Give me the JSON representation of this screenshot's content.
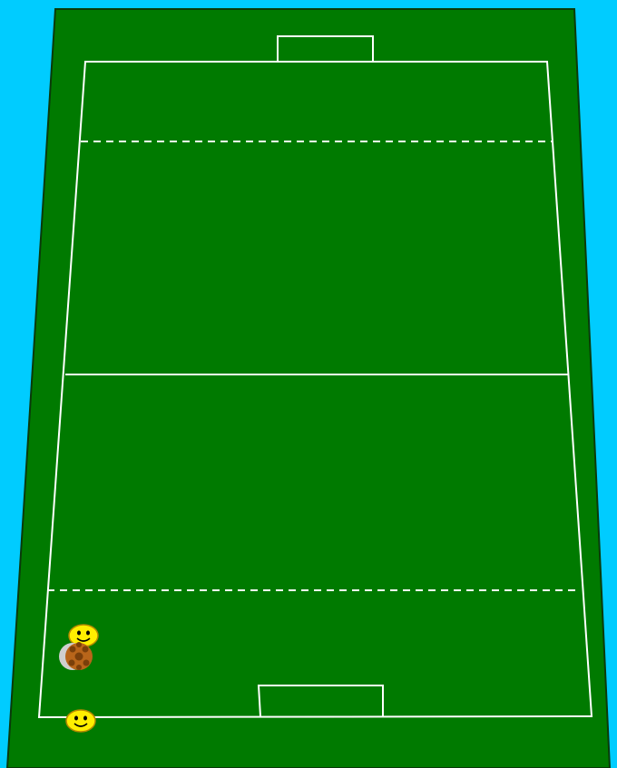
{
  "colors": {
    "background": "#00ccff",
    "pitch": "#007a00",
    "pitch_border": "#0a3a0a",
    "lines": "#ffffff",
    "smiley_face": "#ffee00",
    "smiley_outline": "#b58a00",
    "ball": "#b8651a",
    "ball_shadow": "#cfcfcf"
  },
  "diagram": {
    "type": "perspective-pitch-drill",
    "pitch": {
      "halfway_line": true,
      "dashed_lines": 2,
      "goal_boxes": 2
    },
    "players": [
      {
        "id": "player-near-ball",
        "icon": "smiley-face-icon"
      },
      {
        "id": "player-goal-line",
        "icon": "smiley-face-icon"
      }
    ],
    "ball": {
      "icon": "soccer-ball-icon"
    }
  }
}
